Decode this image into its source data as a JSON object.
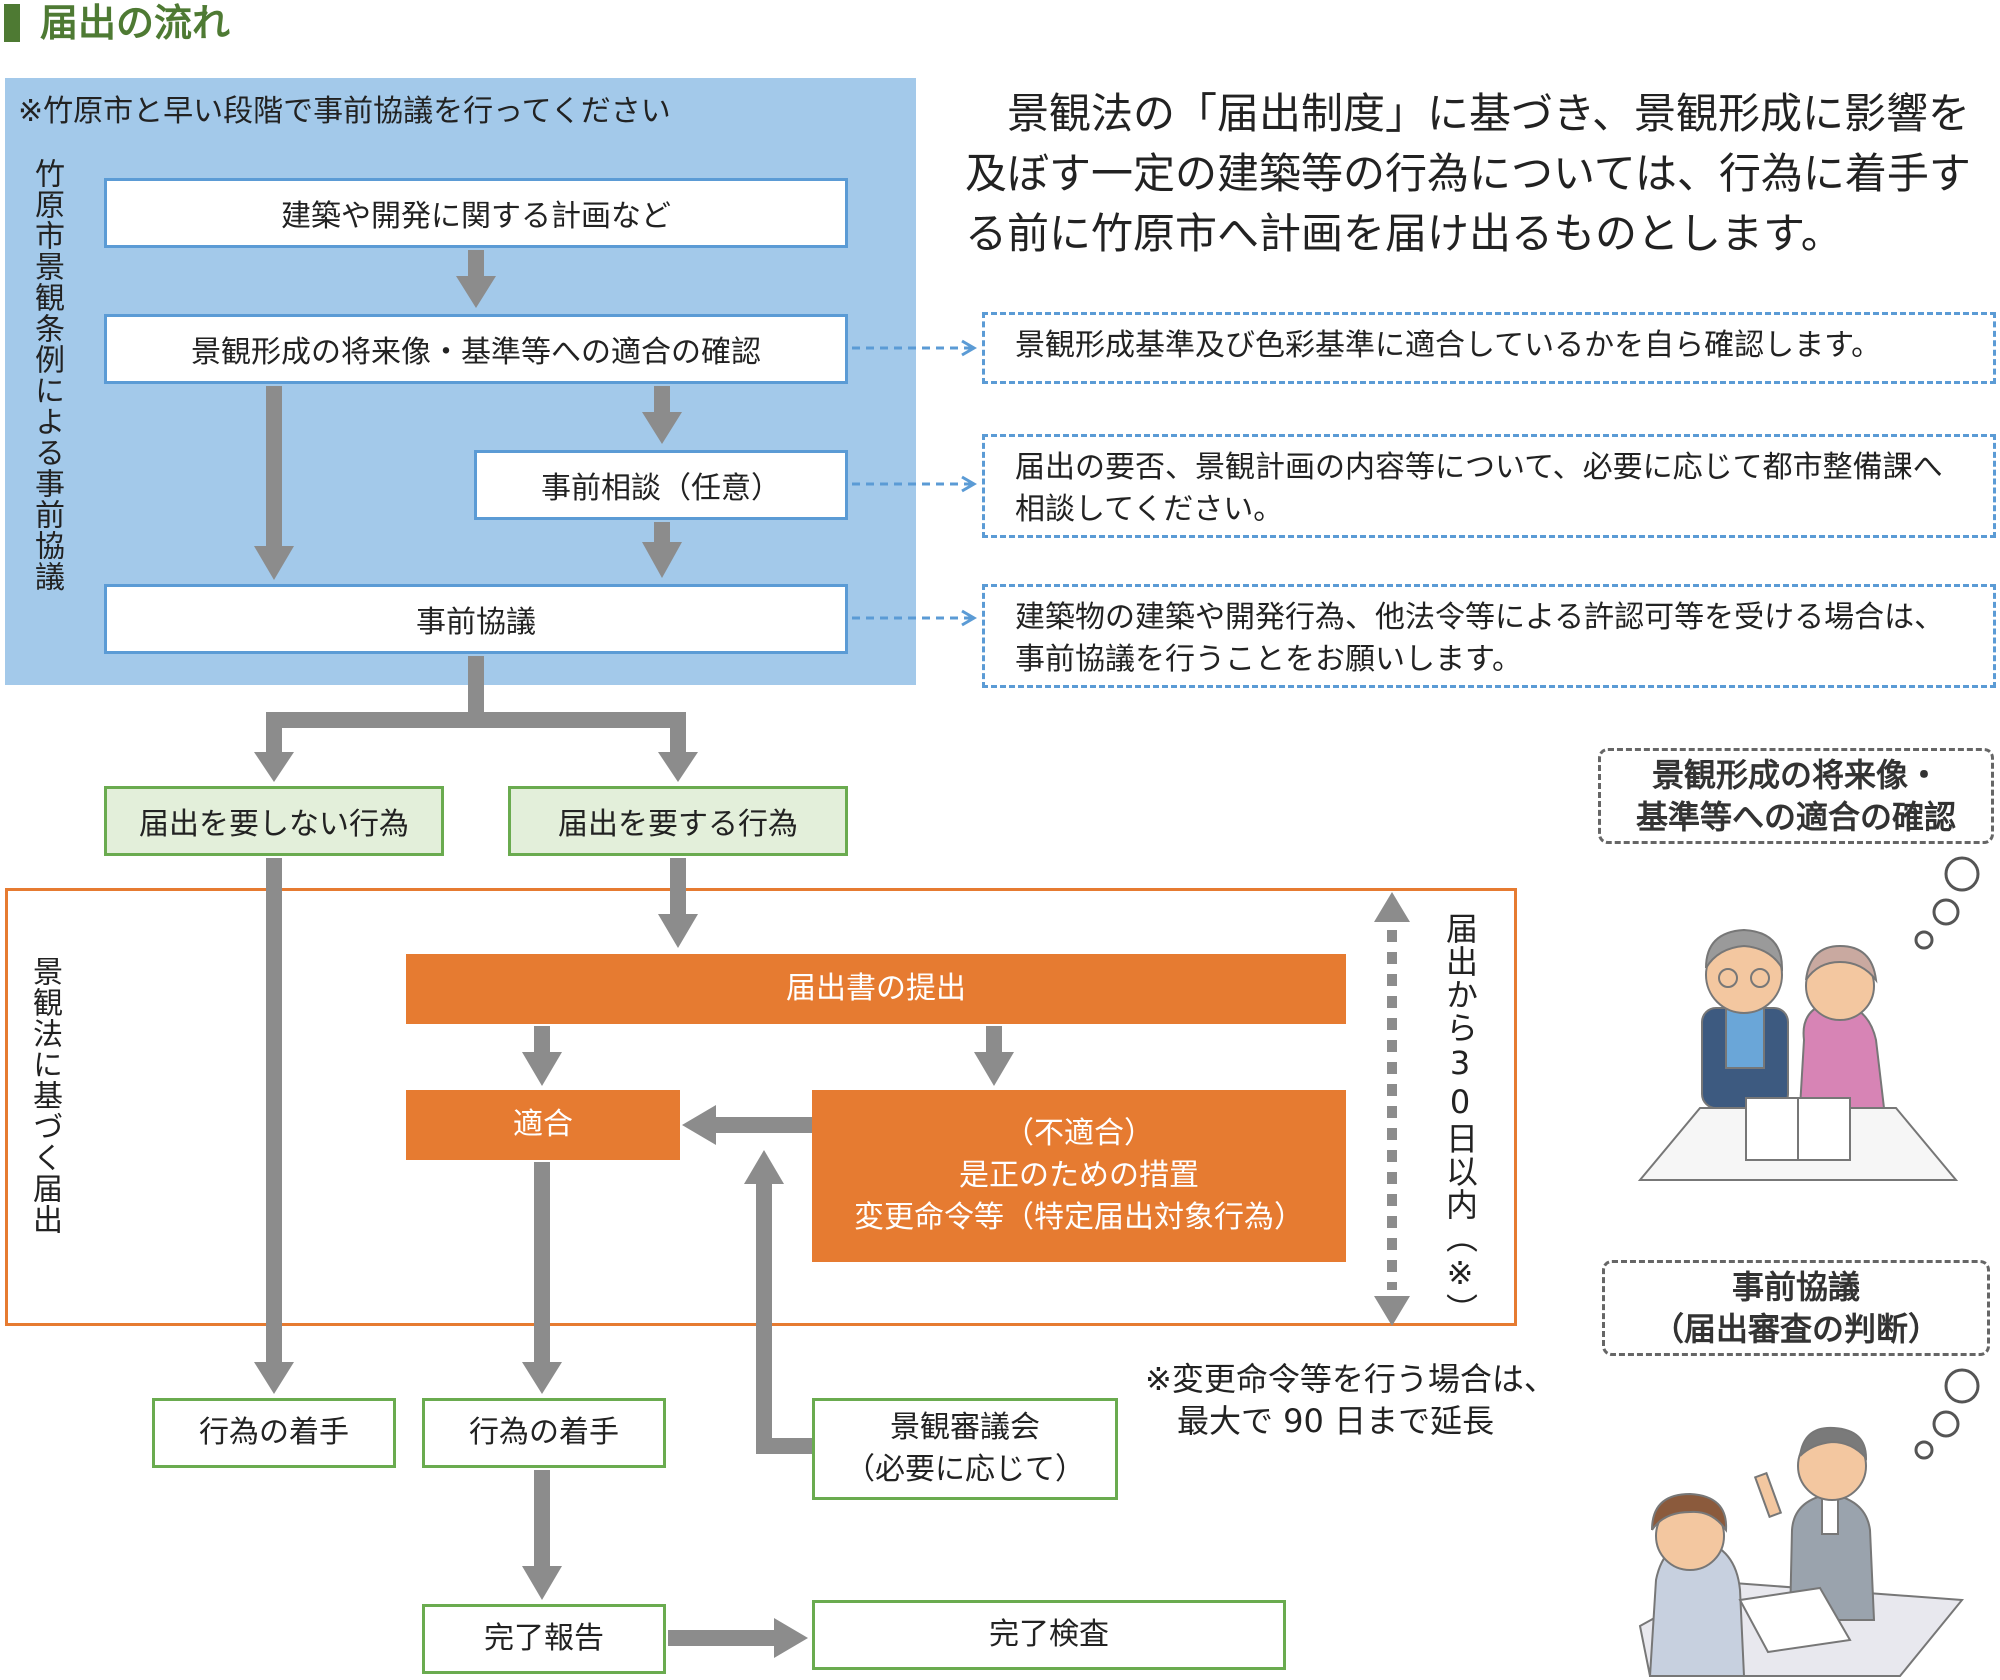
{
  "heading": "届出の流れ",
  "pre_consult": {
    "note": "※竹原市と早い段階で事前協議を行ってください",
    "side_label": "竹原市景観条例による事前協議",
    "step1": "建築や開発に関する計画など",
    "step2": "景観形成の将来像・基準等への適合の確認",
    "step3": "事前相談（任意）",
    "step4": "事前協議"
  },
  "intro": "　景観法の「届出制度」に基づき、景観形成に影響を及ぼす一定の建築等の行為については、行為に着手する前に竹原市へ計画を届け出るものとします。",
  "notes": {
    "n1": "景観形成基準及び色彩基準に適合しているかを自ら確認します。",
    "n2": "届出の要否、景観計画の内容等について、必要に応じて都市整備課へ相談してください。",
    "n3": "建築物の建築や開発行為、他法令等による許認可等を受ける場合は、事前協議を行うことをお願いします。"
  },
  "branch": {
    "no_notify": "届出を要しない行為",
    "notify": "届出を要する行為"
  },
  "law": {
    "side_label": "景観法に基づく届出",
    "submit": "届出書の提出",
    "conform": "適合",
    "nonconform_l1": "（不適合）",
    "nonconform_l2": "是正のための措置",
    "nonconform_l3": "変更命令等（特定届出対象行為）",
    "deadline": "届出から30日以内（※）"
  },
  "footnote_l1": "※変更命令等を行う場合は、",
  "footnote_l2": "最大で 90 日まで延長",
  "bottom": {
    "start_a": "行為の着手",
    "start_b": "行為の着手",
    "council_l1": "景観審議会",
    "council_l2": "（必要に応じて）",
    "report": "完了報告",
    "inspection": "完了検査"
  },
  "bubbles": {
    "b1_l1": "景観形成の将来像・",
    "b1_l2": "基準等への適合の確認",
    "b2_l1": "事前協議",
    "b2_l2": "（届出審査の判断）"
  },
  "colors": {
    "heading_green": "#4e7a33",
    "panel_blue": "#a3c9ea",
    "box_border_blue": "#5b9bd5",
    "green_border": "#6aab4f",
    "green_fill": "#e3efda",
    "orange": "#e67b31",
    "arrow_gray": "#8c8c8c"
  }
}
